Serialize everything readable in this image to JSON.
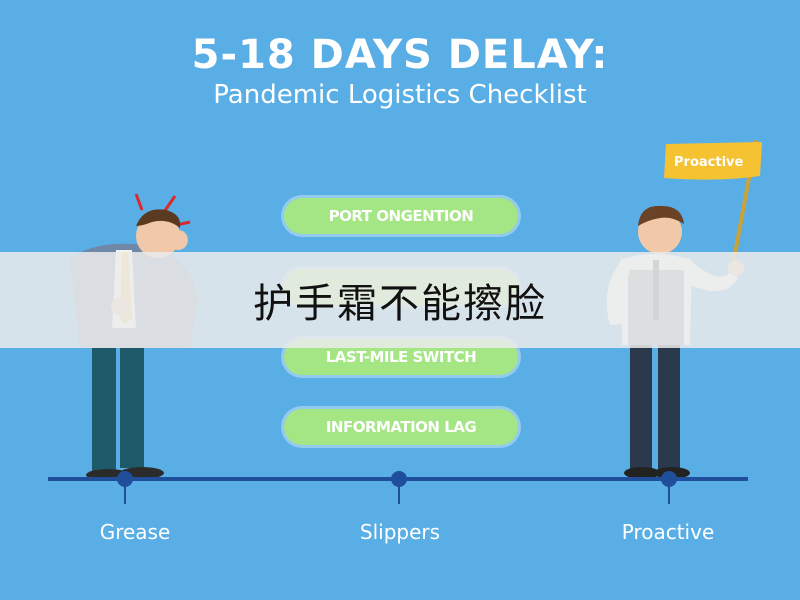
{
  "header": {
    "title": "5-18 DAYS DELAY:",
    "subtitle": "Pandemic Logistics Checklist"
  },
  "checklist": [
    {
      "label": "PORT ONGENTION"
    },
    {
      "label": ""
    },
    {
      "label": "LAST-MILE SWITCH"
    },
    {
      "label": "INFORMATION LAG"
    }
  ],
  "flag": {
    "label": "Proactive"
  },
  "timeline": {
    "labels": [
      "Grease",
      "Slippers",
      "Proactive"
    ]
  },
  "overlay": {
    "text": "护手霜不能擦脸"
  },
  "colors": {
    "background": "#5aaee6",
    "pill": "#a4e584",
    "timeline": "#1f4f9a",
    "flag": "#f5c232",
    "banner": "#ebebeb"
  },
  "icons": {
    "stress_marks": "stress-lines-icon",
    "flag": "flag-icon"
  }
}
